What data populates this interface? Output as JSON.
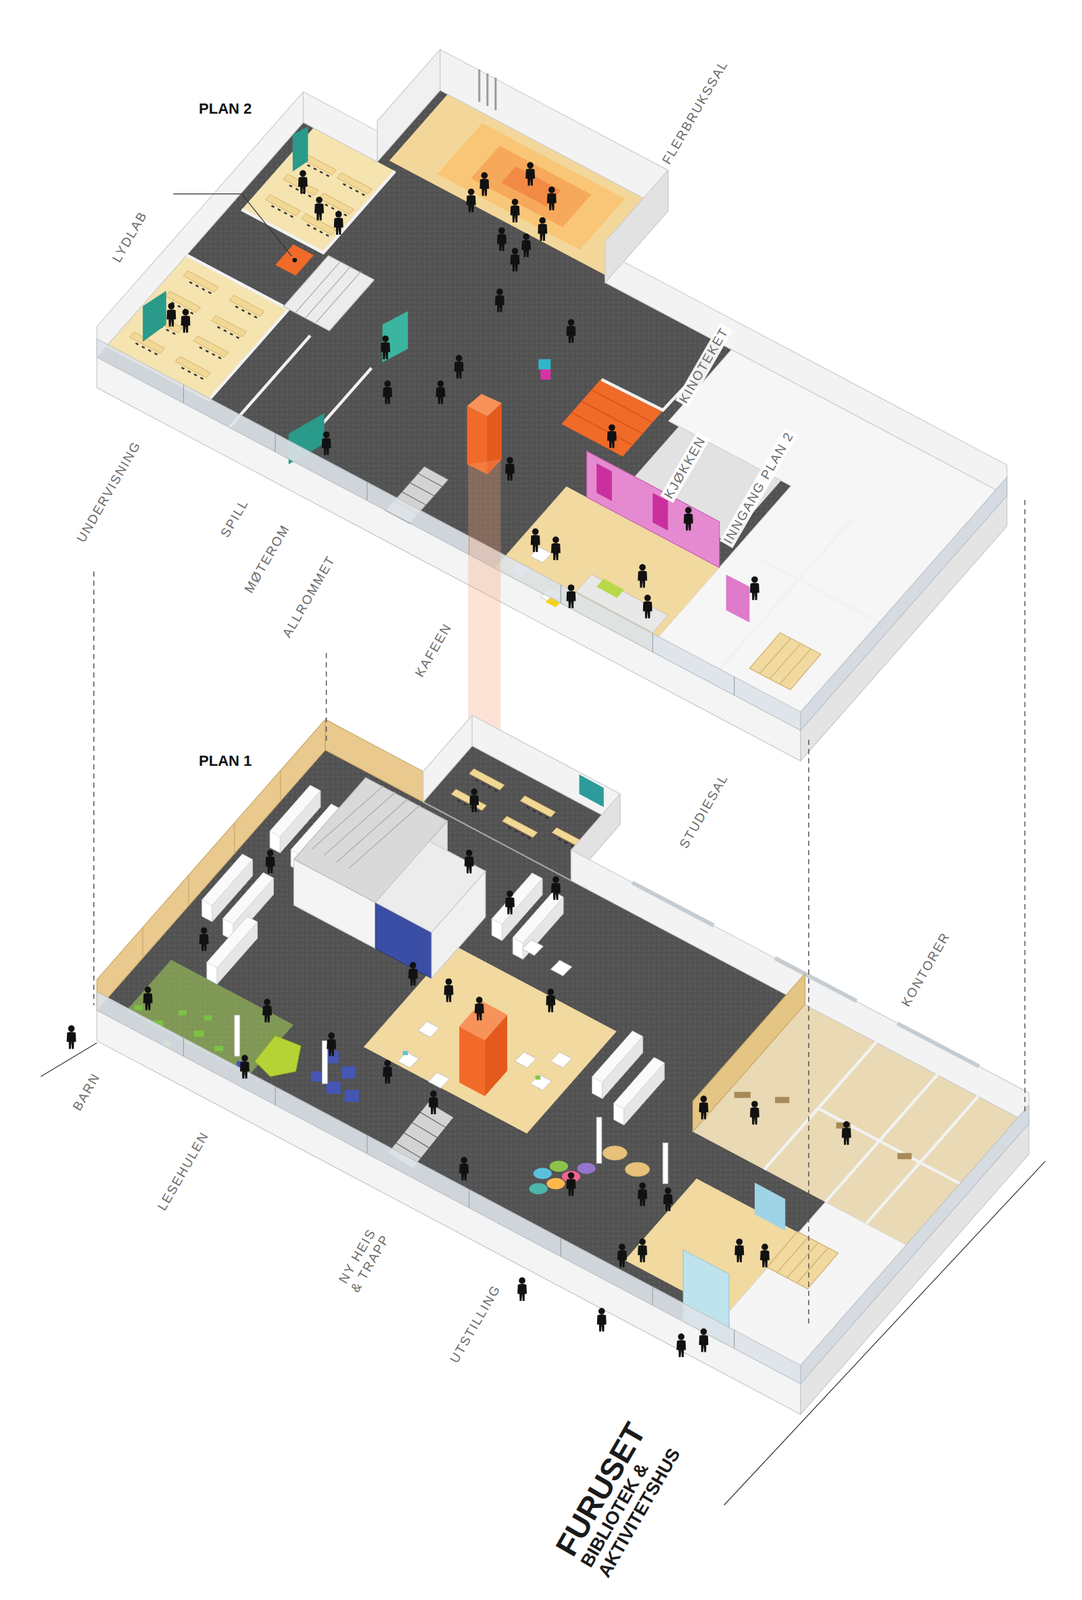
{
  "diagram": {
    "title": "FURUSET",
    "caption": "BIBLIOTEK & AKTIVITETSHUS",
    "labels": [
      "PLAN 2",
      "LYDLAB",
      "FLERBRUKSSAL",
      "KINOTEKET",
      "KJØKKEN",
      "INNGANG PLAN 2",
      "UNDERVISNING",
      "SPILL",
      "MØTEROM",
      "ALLROMMET",
      "KAFEEN",
      "PLAN 1",
      "STUDIESAL",
      "KONTORER",
      "BARN",
      "LESEHULEN",
      "NY HEIS & TRAPP",
      "UTSTILLING"
    ]
  }
}
